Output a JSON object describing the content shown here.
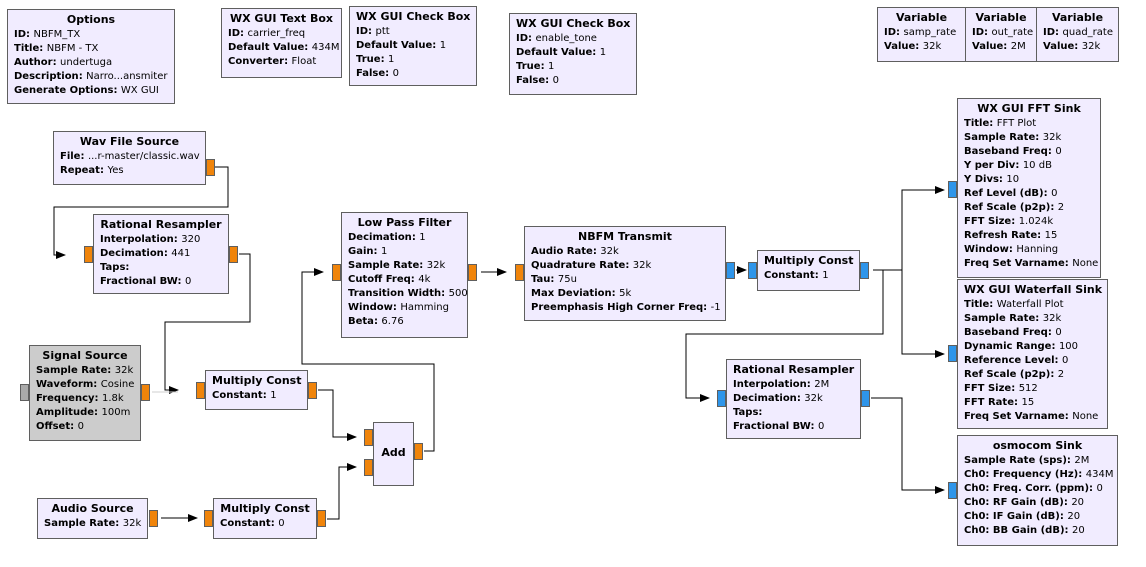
{
  "blocks": {
    "options": {
      "title": "Options",
      "rows": [
        {
          "k": "ID",
          "v": "NBFM_TX"
        },
        {
          "k": "Title",
          "v": "NBFM - TX"
        },
        {
          "k": "Author",
          "v": "undertuga"
        },
        {
          "k": "Description",
          "v": "Narro...ansmiter"
        },
        {
          "k": "Generate Options",
          "v": "WX GUI"
        }
      ]
    },
    "text_box": {
      "title": "WX GUI Text Box",
      "rows": [
        {
          "k": "ID",
          "v": "carrier_freq"
        },
        {
          "k": "Default Value",
          "v": "434M"
        },
        {
          "k": "Converter",
          "v": "Float"
        }
      ]
    },
    "check_ptt": {
      "title": "WX GUI Check Box",
      "rows": [
        {
          "k": "ID",
          "v": "ptt"
        },
        {
          "k": "Default Value",
          "v": "1"
        },
        {
          "k": "True",
          "v": "1"
        },
        {
          "k": "False",
          "v": "0"
        }
      ]
    },
    "check_tone": {
      "title": "WX GUI Check Box",
      "rows": [
        {
          "k": "ID",
          "v": "enable_tone"
        },
        {
          "k": "Default Value",
          "v": "1"
        },
        {
          "k": "True",
          "v": "1"
        },
        {
          "k": "False",
          "v": "0"
        }
      ]
    },
    "var_samp": {
      "title": "Variable",
      "rows": [
        {
          "k": "ID",
          "v": "samp_rate"
        },
        {
          "k": "Value",
          "v": "32k"
        }
      ]
    },
    "var_out": {
      "title": "Variable",
      "rows": [
        {
          "k": "ID",
          "v": "out_rate"
        },
        {
          "k": "Value",
          "v": "2M"
        }
      ]
    },
    "var_quad": {
      "title": "Variable",
      "rows": [
        {
          "k": "ID",
          "v": "quad_rate"
        },
        {
          "k": "Value",
          "v": "32k"
        }
      ]
    },
    "wav": {
      "title": "Wav File Source",
      "rows": [
        {
          "k": "File",
          "v": "...r-master/classic.wav"
        },
        {
          "k": "Repeat",
          "v": "Yes"
        }
      ]
    },
    "resamp1": {
      "title": "Rational Resampler",
      "rows": [
        {
          "k": "Interpolation",
          "v": "320"
        },
        {
          "k": "Decimation",
          "v": "441"
        },
        {
          "k": "Taps",
          "v": ""
        },
        {
          "k": "Fractional BW",
          "v": "0"
        }
      ]
    },
    "lpf": {
      "title": "Low Pass Filter",
      "rows": [
        {
          "k": "Decimation",
          "v": "1"
        },
        {
          "k": "Gain",
          "v": "1"
        },
        {
          "k": "Sample Rate",
          "v": "32k"
        },
        {
          "k": "Cutoff Freq",
          "v": "4k"
        },
        {
          "k": "Transition Width",
          "v": "500"
        },
        {
          "k": "Window",
          "v": "Hamming"
        },
        {
          "k": "Beta",
          "v": "6.76"
        }
      ]
    },
    "nbfm": {
      "title": "NBFM Transmit",
      "rows": [
        {
          "k": "Audio Rate",
          "v": "32k"
        },
        {
          "k": "Quadrature Rate",
          "v": "32k"
        },
        {
          "k": "Tau",
          "v": "75u"
        },
        {
          "k": "Max Deviation",
          "v": "5k"
        },
        {
          "k": "Preemphasis High Corner Freq",
          "v": "-1"
        }
      ]
    },
    "mult_top": {
      "title": "Multiply Const",
      "rows": [
        {
          "k": "Constant",
          "v": "1"
        }
      ]
    },
    "sig": {
      "title": "Signal Source",
      "rows": [
        {
          "k": "Sample Rate",
          "v": "32k"
        },
        {
          "k": "Waveform",
          "v": "Cosine"
        },
        {
          "k": "Frequency",
          "v": "1.8k"
        },
        {
          "k": "Amplitude",
          "v": "100m"
        },
        {
          "k": "Offset",
          "v": "0"
        }
      ]
    },
    "mult_sig": {
      "title": "Multiply Const",
      "rows": [
        {
          "k": "Constant",
          "v": "1"
        }
      ]
    },
    "add": {
      "title": "Add",
      "rows": []
    },
    "audio": {
      "title": "Audio Source",
      "rows": [
        {
          "k": "Sample Rate",
          "v": "32k"
        }
      ]
    },
    "mult_audio": {
      "title": "Multiply Const",
      "rows": [
        {
          "k": "Constant",
          "v": "0"
        }
      ]
    },
    "resamp2": {
      "title": "Rational Resampler",
      "rows": [
        {
          "k": "Interpolation",
          "v": "2M"
        },
        {
          "k": "Decimation",
          "v": "32k"
        },
        {
          "k": "Taps",
          "v": ""
        },
        {
          "k": "Fractional BW",
          "v": "0"
        }
      ]
    },
    "fft": {
      "title": "WX GUI FFT Sink",
      "rows": [
        {
          "k": "Title",
          "v": "FFT Plot"
        },
        {
          "k": "Sample Rate",
          "v": "32k"
        },
        {
          "k": "Baseband Freq",
          "v": "0"
        },
        {
          "k": "Y per Div",
          "v": "10 dB"
        },
        {
          "k": "Y Divs",
          "v": "10"
        },
        {
          "k": "Ref Level (dB)",
          "v": "0"
        },
        {
          "k": "Ref Scale (p2p)",
          "v": "2"
        },
        {
          "k": "FFT Size",
          "v": "1.024k"
        },
        {
          "k": "Refresh Rate",
          "v": "15"
        },
        {
          "k": "Window",
          "v": "Hanning"
        },
        {
          "k": "Freq Set Varname",
          "v": "None"
        }
      ]
    },
    "waterfall": {
      "title": "WX GUI Waterfall Sink",
      "rows": [
        {
          "k": "Title",
          "v": "Waterfall Plot"
        },
        {
          "k": "Sample Rate",
          "v": "32k"
        },
        {
          "k": "Baseband Freq",
          "v": "0"
        },
        {
          "k": "Dynamic Range",
          "v": "100"
        },
        {
          "k": "Reference Level",
          "v": "0"
        },
        {
          "k": "Ref Scale (p2p)",
          "v": "2"
        },
        {
          "k": "FFT Size",
          "v": "512"
        },
        {
          "k": "FFT Rate",
          "v": "15"
        },
        {
          "k": "Freq Set Varname",
          "v": "None"
        }
      ]
    },
    "osmo": {
      "title": "osmocom Sink",
      "rows": [
        {
          "k": "Sample Rate (sps)",
          "v": "2M"
        },
        {
          "k": "Ch0: Frequency (Hz)",
          "v": "434M"
        },
        {
          "k": "Ch0: Freq. Corr. (ppm)",
          "v": "0"
        },
        {
          "k": "Ch0: RF Gain (dB)",
          "v": "20"
        },
        {
          "k": "Ch0: IF Gain (dB)",
          "v": "20"
        },
        {
          "k": "Ch0: BB Gain (dB)",
          "v": "20"
        }
      ]
    }
  },
  "colors": {
    "block_fill": "#f1ecff",
    "disabled_fill": "#cccccc",
    "float_port": "#f0840a",
    "complex_port": "#2e95ea",
    "wire": "#000000"
  }
}
